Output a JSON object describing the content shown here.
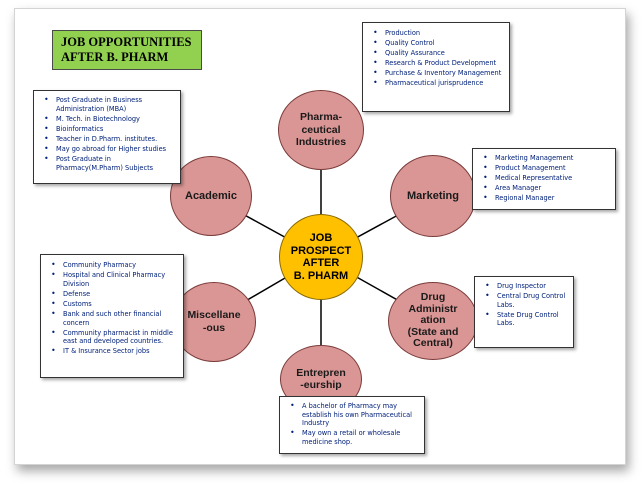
{
  "title": {
    "line1": "JOB OPPORTUNITIES",
    "line2": "AFTER B. PHARM"
  },
  "center": {
    "label": "JOB\nPROSPECT\nAFTER\nB. PHARM"
  },
  "nodes": {
    "pharma": {
      "label": "Pharma-\nceutical\nIndustries"
    },
    "marketing": {
      "label": "Marketing"
    },
    "drug_admin": {
      "label": "Drug\nAdministr\nation\n(State and\nCentral)"
    },
    "entrepreneurship": {
      "label": "Entrepren\n-eurship"
    },
    "miscellaneous": {
      "label": "Miscellane\n-ous"
    },
    "academic": {
      "label": "Academic"
    }
  },
  "boxes": {
    "pharma": [
      "Production",
      "Quality Control",
      "Quality Assurance",
      "Research & Product Development",
      "Purchase & Inventory Management",
      "Pharmaceutical jurisprudence"
    ],
    "marketing": [
      "Marketing Management",
      "Product Management",
      "Medical Representative",
      "Area Manager",
      "Regional Manager"
    ],
    "drug_admin": [
      "Drug Inspector",
      "Central Drug Control Labs.",
      "State Drug Control Labs."
    ],
    "entrepreneurship": [
      "A bachelor of Pharmacy may establish his own Pharmaceutical Industry",
      "May own a retail or wholesale medicine shop."
    ],
    "miscellaneous": [
      "Community Pharmacy",
      "Hospital and Clinical Pharmacy Division",
      "Defense",
      "Customs",
      "Bank and such other financial concern",
      "Community pharmacist in middle east and developed countries.",
      "IT & Insurance Sector jobs"
    ],
    "academic": [
      "Post Graduate in Business Administration (MBA)",
      "M. Tech. in Biotechnology",
      "Bioinformatics",
      "Teacher in D.Pharm. institutes.",
      "May go abroad for Higher studies",
      "Post Graduate in Pharmacy(M.Pharm) Subjects"
    ]
  }
}
